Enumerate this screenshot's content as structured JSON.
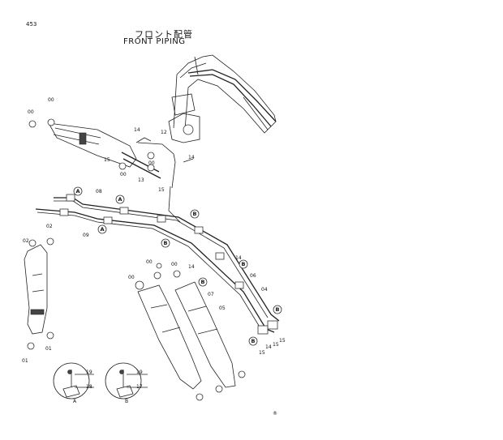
{
  "header": {
    "page_number": "453",
    "title_jp": "フロント配管",
    "title_en": "FRONT PIPING"
  },
  "part_labels": {
    "p00": "00",
    "p01": "01",
    "p02": "02",
    "p04": "04",
    "p05": "05",
    "p06": "06",
    "p07": "07",
    "p08": "08",
    "p09": "09",
    "p12": "12",
    "p13": "13",
    "p14": "14",
    "p15": "15",
    "p17": "17",
    "p18": "18",
    "p19": "19"
  },
  "circle_markers": {
    "A": "A",
    "B": "B"
  },
  "detail_captions": {
    "A": "A",
    "B": "B"
  },
  "footer_mark": "®"
}
